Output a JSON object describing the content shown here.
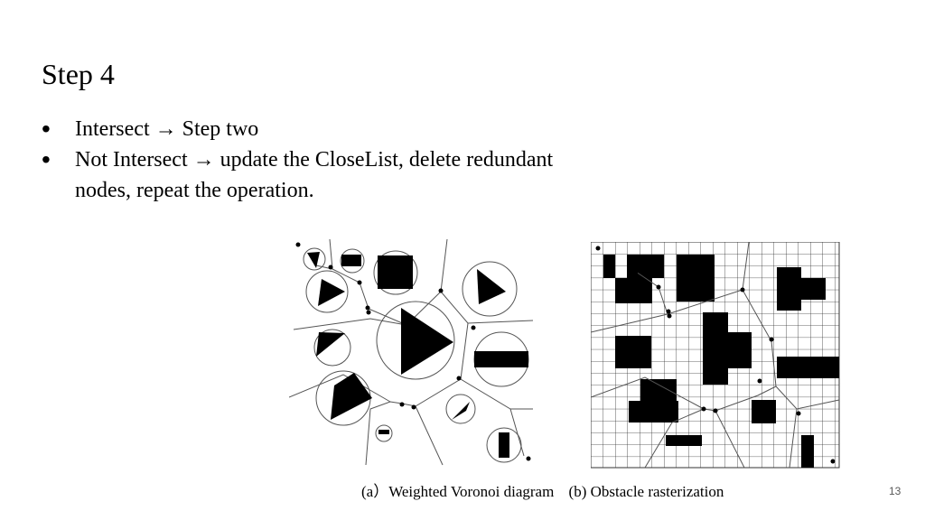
{
  "slide": {
    "title": "Step 4",
    "bullets": [
      "Intersect → Step two",
      "Not Intersect → update the CloseList, delete redundant nodes, repeat the operation."
    ],
    "page_number": "13"
  },
  "figure": {
    "caption_a": "(a）Weighted Voronoi diagram",
    "caption_b": "(b) Obstacle rasterization"
  }
}
